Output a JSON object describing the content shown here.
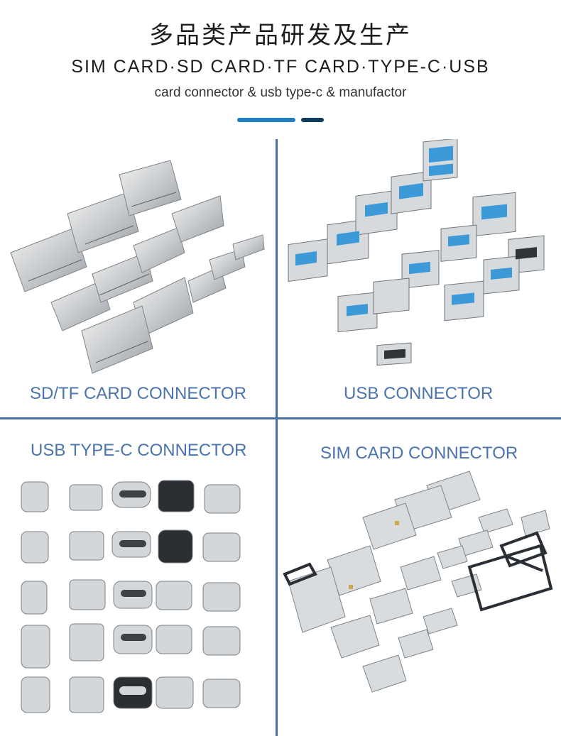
{
  "header": {
    "title_cn": "多品类产品研发及生产",
    "title_en": "SIM CARD·SD CARD·TF CARD·TYPE-C·USB",
    "subtitle": "card connector & usb type-c & manufactor",
    "accent_colors": [
      "#1f7fc1",
      "#0f3b5c"
    ]
  },
  "divider_color": "#4a6fa3",
  "label_color": "#4b73ad",
  "sections": [
    {
      "label": "SD/TF CARD CONNECTOR",
      "image": "sd-tf-card-connectors-photo"
    },
    {
      "label": "USB CONNECTOR",
      "image": "usb-connectors-photo"
    },
    {
      "label": "USB TYPE-C CONNECTOR",
      "image": "usb-type-c-connectors-photo"
    },
    {
      "label": "SIM CARD CONNECTOR",
      "image": "sim-card-connectors-photo"
    }
  ]
}
